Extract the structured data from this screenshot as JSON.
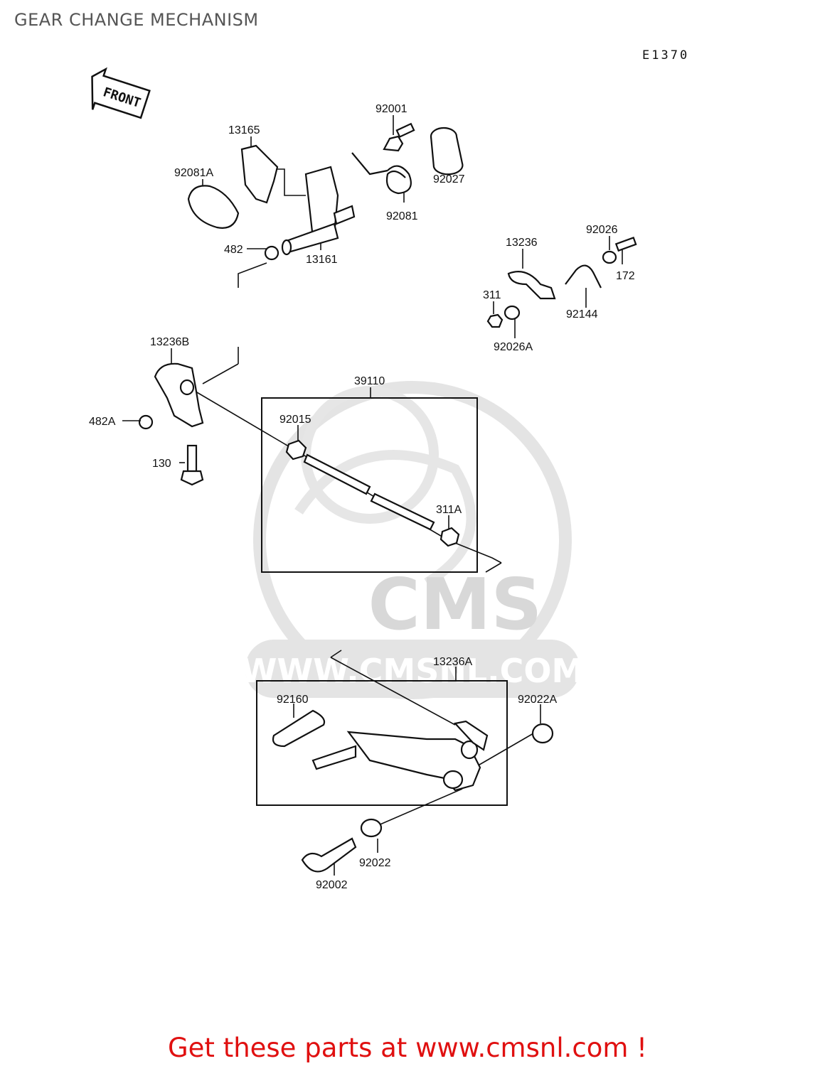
{
  "page": {
    "title": "GEAR CHANGE MECHANISM",
    "diagram_code": "E1370",
    "front_label": "FRONT",
    "watermark": {
      "logo": "CMS",
      "site": "WWW.CMSNL.COM"
    },
    "footer": "Get these parts at www.cmsnl.com !"
  },
  "parts": [
    {
      "id": "92001"
    },
    {
      "id": "13165"
    },
    {
      "id": "92081A"
    },
    {
      "id": "92027"
    },
    {
      "id": "92081"
    },
    {
      "id": "92026"
    },
    {
      "id": "13236"
    },
    {
      "id": "482"
    },
    {
      "id": "13161"
    },
    {
      "id": "311"
    },
    {
      "id": "172"
    },
    {
      "id": "92144"
    },
    {
      "id": "92026A"
    },
    {
      "id": "13236B"
    },
    {
      "id": "39110"
    },
    {
      "id": "92015"
    },
    {
      "id": "482A"
    },
    {
      "id": "130"
    },
    {
      "id": "311A"
    },
    {
      "id": "13236A"
    },
    {
      "id": "92160"
    },
    {
      "id": "92022A"
    },
    {
      "id": "92022"
    },
    {
      "id": "92002"
    }
  ],
  "colors": {
    "title": "#555555",
    "footer": "#e01010",
    "watermark": "#d8d8d8",
    "lines": "#111111"
  }
}
